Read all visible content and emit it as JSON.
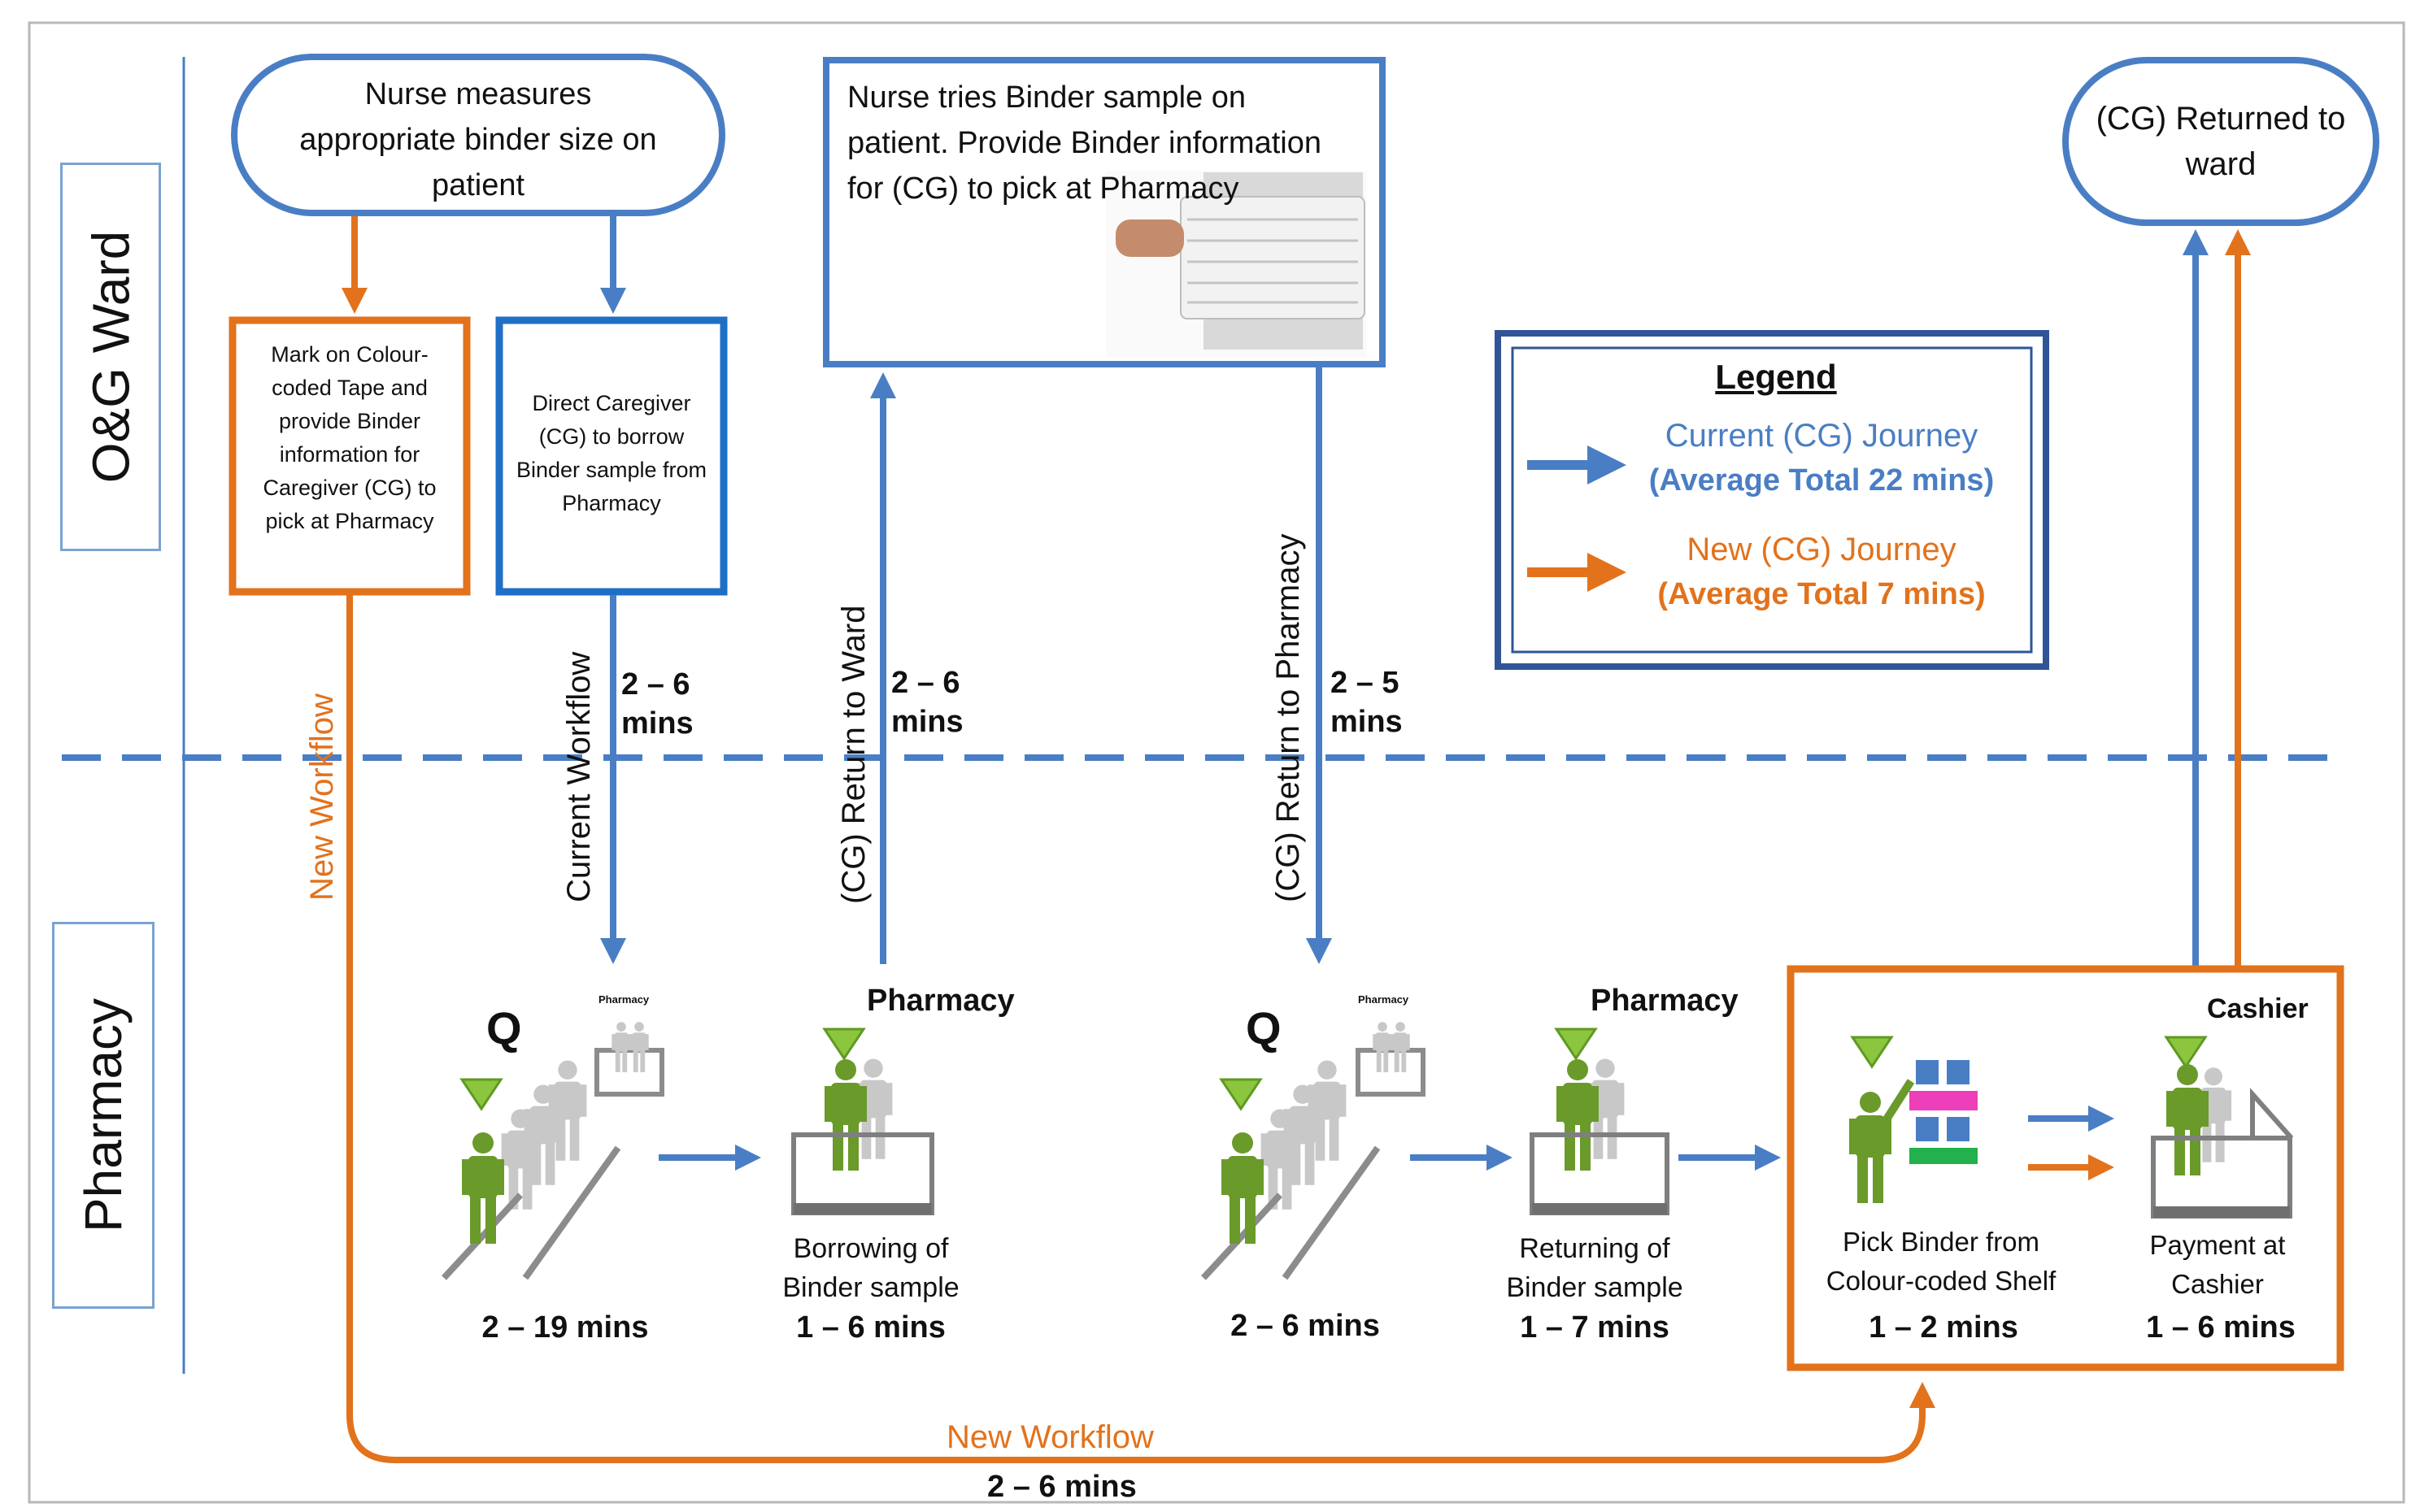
{
  "lanes": {
    "ward": "O&G Ward",
    "pharmacy": "Pharmacy"
  },
  "nodes": {
    "nurse_measures": "Nurse measures appropriate binder size on patient",
    "mark_tape": "Mark on Colour-coded Tape and provide Binder information for Caregiver (CG) to pick at Pharmacy",
    "direct_cg": "Direct Caregiver (CG) to borrow Binder sample from Pharmacy",
    "nurse_tries": "Nurse tries Binder sample on patient. Provide Binder information for (CG) to pick at Pharmacy",
    "returned_to_ward": "(CG) Returned to ward"
  },
  "legend": {
    "title": "Legend",
    "current_label": "Current (CG) Journey",
    "current_total": "(Average Total 22 mins)",
    "new_label": "New (CG) Journey",
    "new_total": "(Average Total 7 mins)"
  },
  "edges": {
    "new_workflow": "New Workflow",
    "current_workflow": "Current Workflow",
    "cg_return_ward": "(CG) Return to Ward",
    "cg_return_pharmacy": "(CG) Return to Pharmacy",
    "t_current": "2 – 6 mins",
    "t_return_ward": "2 – 6 mins",
    "t_return_pharmacy": "2 – 5 mins",
    "t_new_bottom": "2 – 6 mins"
  },
  "stations": {
    "queue1_time": "2 – 19 mins",
    "queue2_time": "2 – 6 mins",
    "pharmacy_title_1": "Pharmacy",
    "pharmacy_title_2": "Pharmacy",
    "small_pharmacy_label": "Pharmacy",
    "queue_mark": "Q",
    "borrowing": "Borrowing of Binder sample",
    "borrowing_time": "1 – 6 mins",
    "returning": "Returning of Binder sample",
    "returning_time": "1 – 7  mins",
    "cashier_title": "Cashier",
    "pick_binder": "Pick Binder from Colour-coded Shelf",
    "pick_time": "1 – 2  mins",
    "payment": "Payment at Cashier",
    "payment_time": "1 – 6 mins"
  },
  "colors": {
    "blue": "#4a7ec4",
    "orange": "#e2721c",
    "dark_blue": "#2f5597",
    "figure_green": "#6a9a2a",
    "figure_grey": "#c8c8c8",
    "triangle_green": "#8cc63f"
  }
}
